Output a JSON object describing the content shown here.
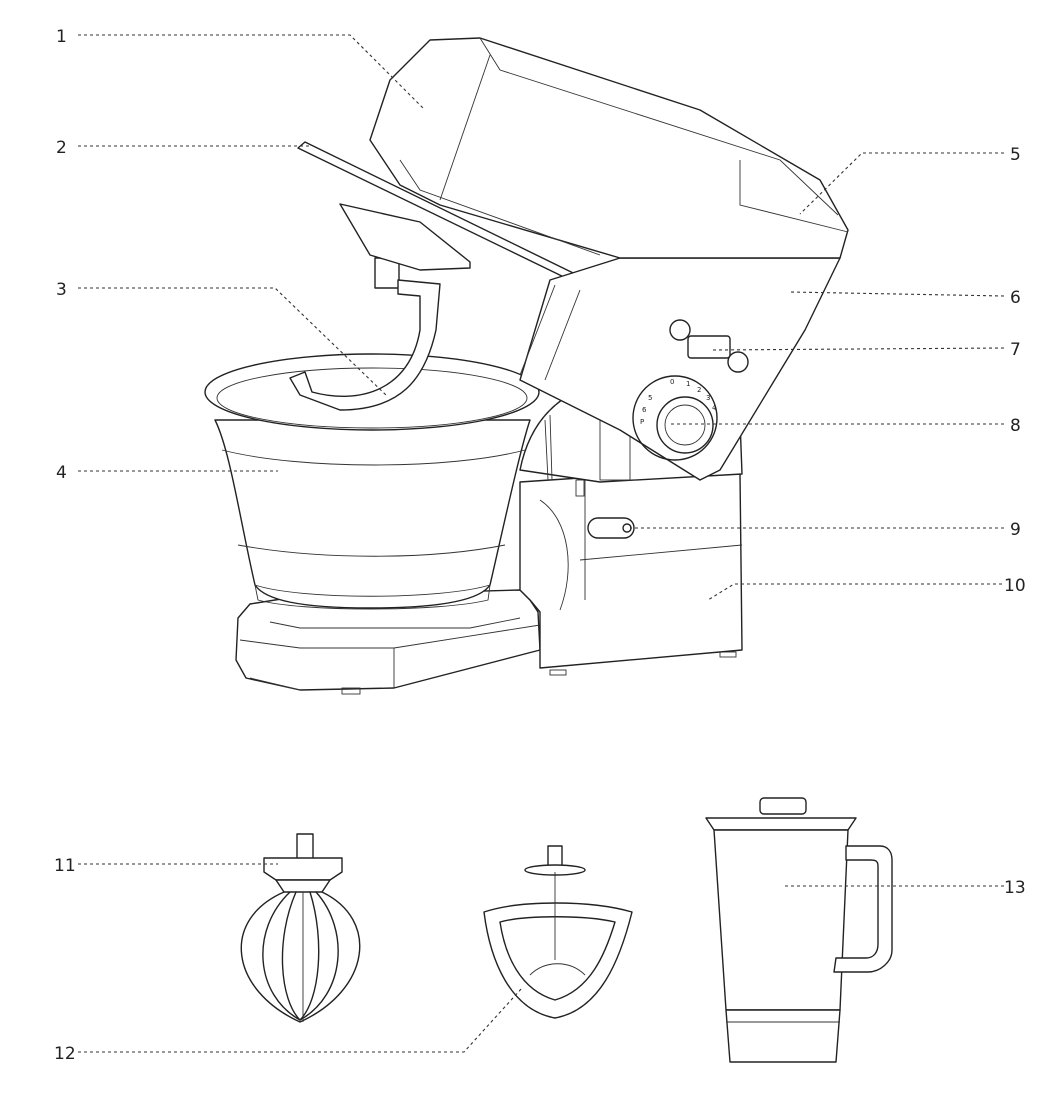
{
  "callouts": [
    {
      "id": "c1",
      "label": "1"
    },
    {
      "id": "c2",
      "label": "2"
    },
    {
      "id": "c3",
      "label": "3"
    },
    {
      "id": "c4",
      "label": "4"
    },
    {
      "id": "c5",
      "label": "5"
    },
    {
      "id": "c6",
      "label": "6"
    },
    {
      "id": "c7",
      "label": "7"
    },
    {
      "id": "c8",
      "label": "8"
    },
    {
      "id": "c9",
      "label": "9"
    },
    {
      "id": "c10",
      "label": "10"
    },
    {
      "id": "c11",
      "label": "11"
    },
    {
      "id": "c12",
      "label": "12"
    },
    {
      "id": "c13",
      "label": "13"
    }
  ],
  "dial": {
    "marks": [
      "0",
      "1",
      "2",
      "3",
      "4",
      "5",
      "6",
      "P"
    ]
  }
}
